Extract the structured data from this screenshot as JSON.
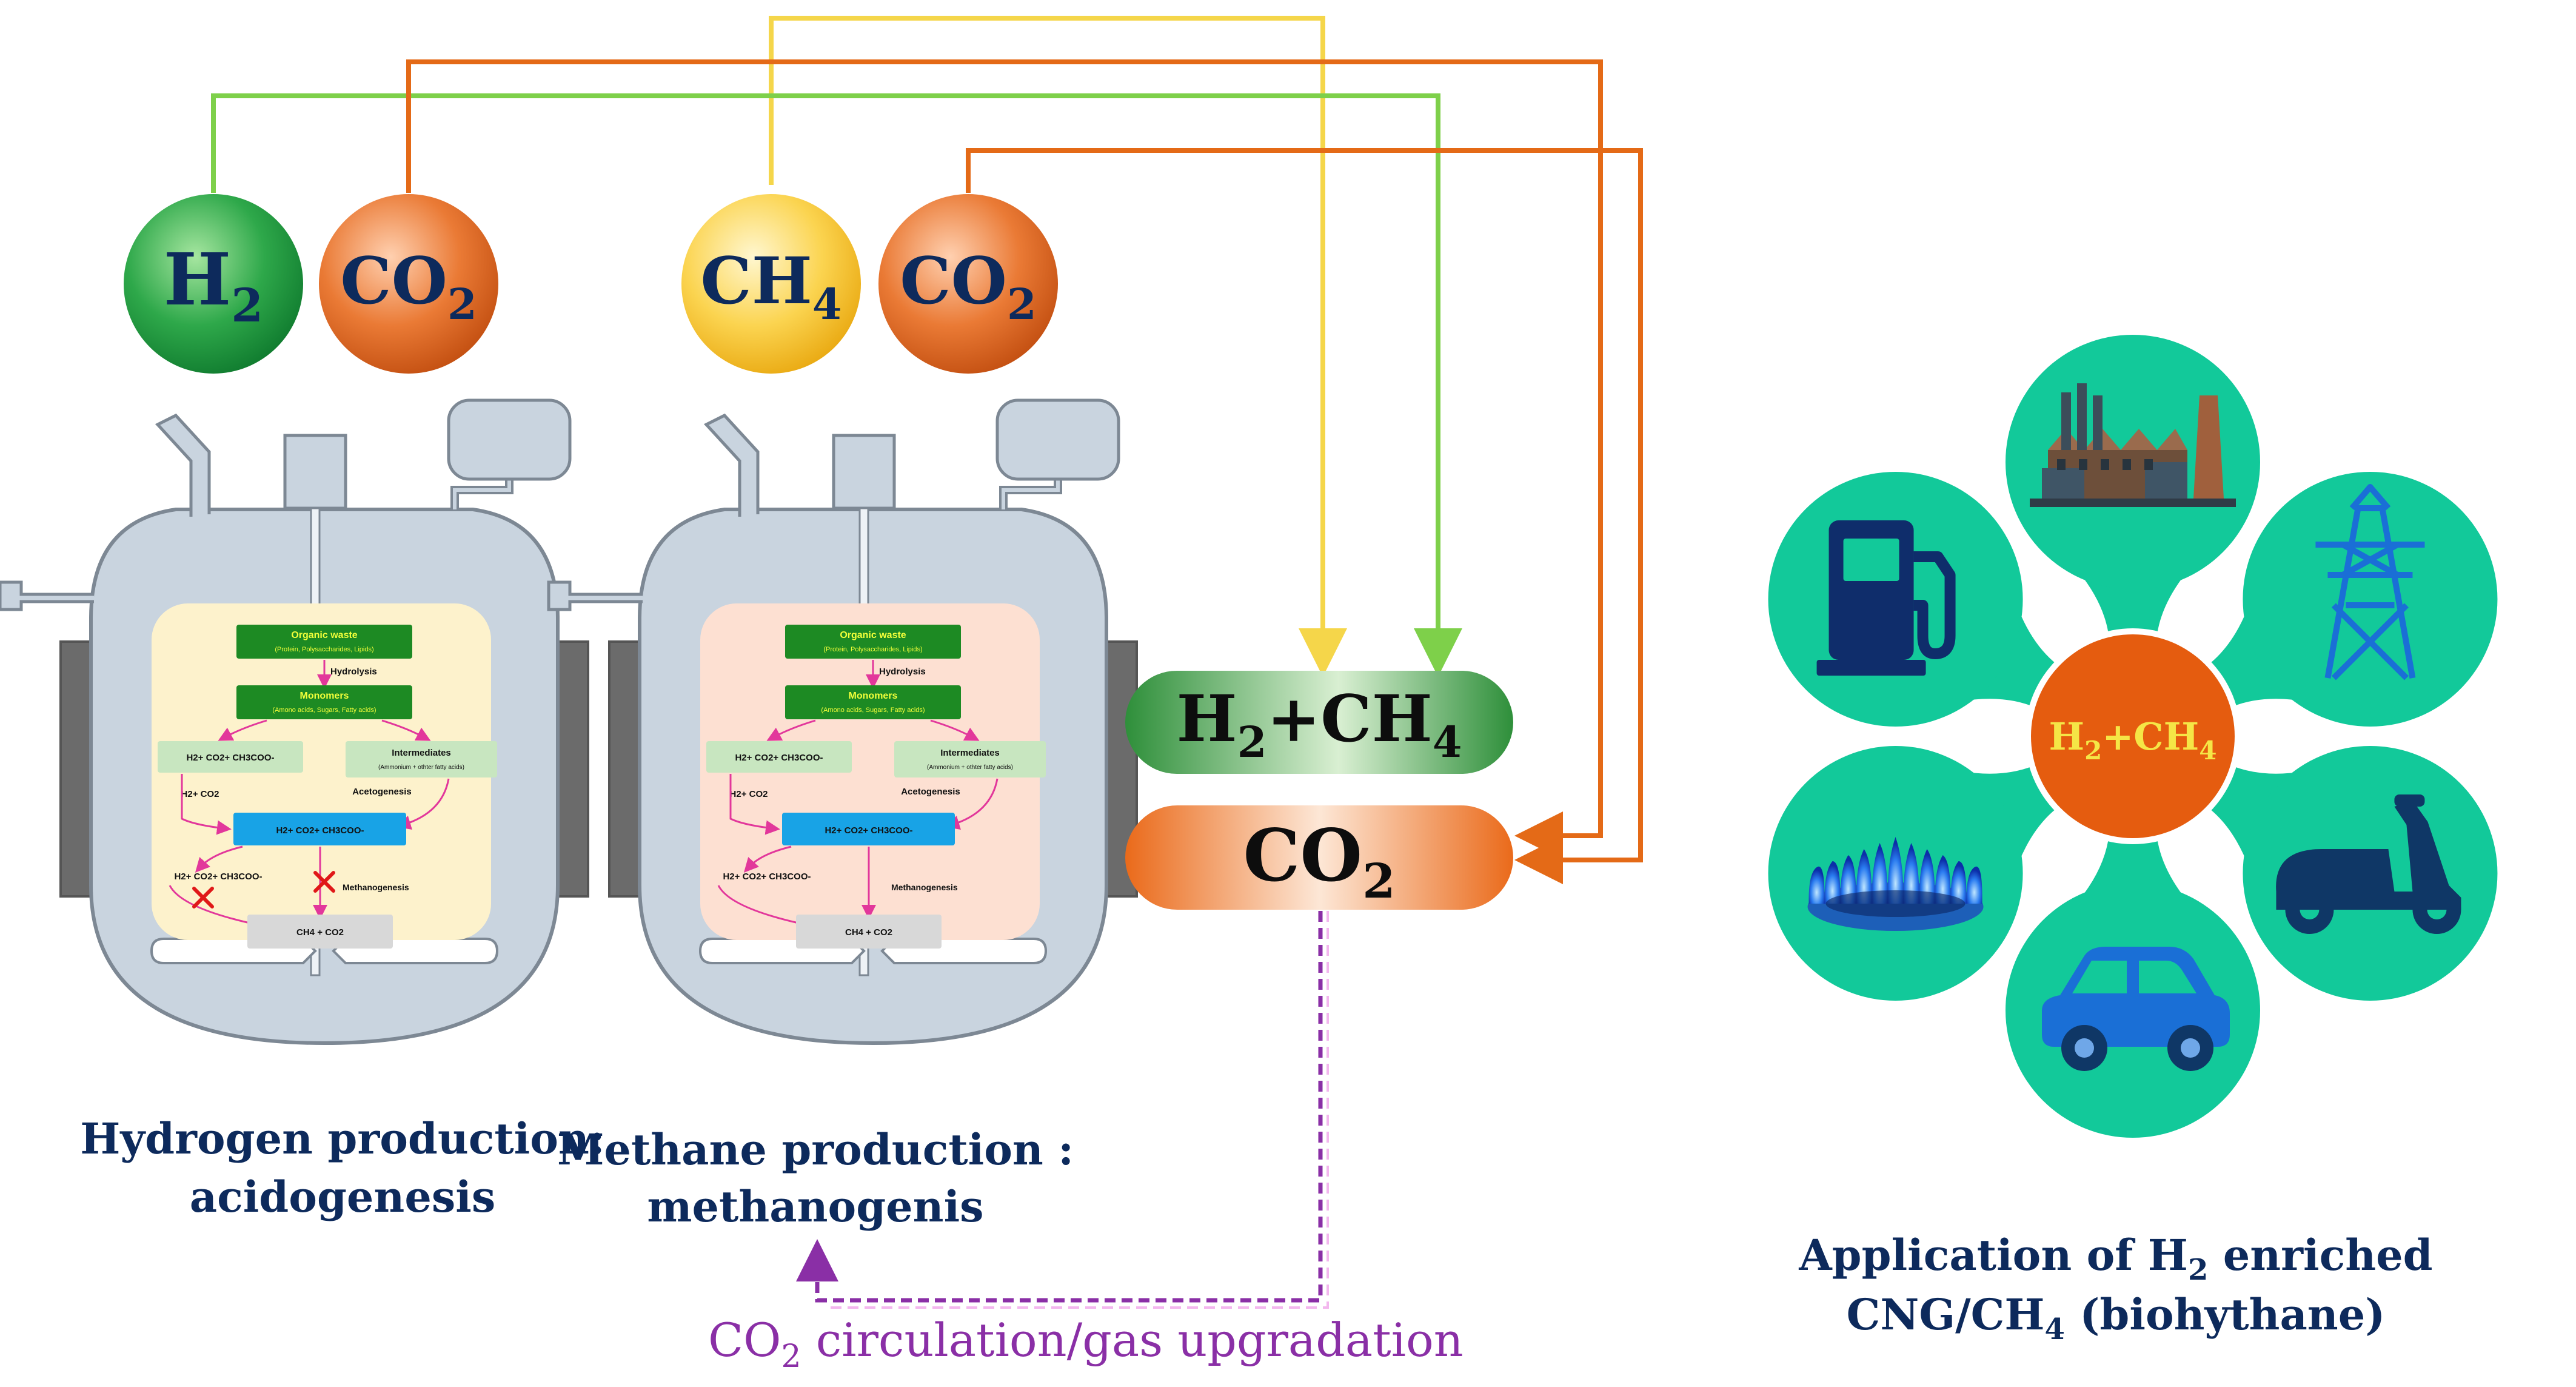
{
  "colors": {
    "green": "#1e9a3e",
    "green_line": "#7ed04a",
    "orange": "#e0601a",
    "orange_line": "#e46a17",
    "yellow": "#f9c82e",
    "yellow_line": "#f5d64a",
    "navy": "#0d2a5c",
    "teal": "#12c99a",
    "purple": "#8a2fa6",
    "reactor": "#c9d4df",
    "reactor_edge": "#7d8894",
    "panel_yellow": "#fdf2cc",
    "panel_peach": "#fde0d2",
    "step_green": "#1d8a23",
    "step_light": "#c8e6c0",
    "step_blue": "#18a3e6",
    "step_grey": "#d8d8d8",
    "arrow_pink": "#e2379b",
    "cross_red": "#e01818"
  },
  "gases": {
    "h2": {
      "main": "H",
      "sub": "2"
    },
    "co2": {
      "main": "CO",
      "sub": "2"
    },
    "ch4": {
      "main": "CH",
      "sub": "4"
    }
  },
  "mix_bar": {
    "a": "H",
    "a_sub": "2",
    "plus": "+CH",
    "b_sub": "4"
  },
  "co2_bar": {
    "main": "CO",
    "sub": "2"
  },
  "reactor_steps": {
    "organic_waste": "Organic waste",
    "organic_detail": "(Protein, Polysaccharides, Lipids)",
    "hydrolysis": "Hydrolysis",
    "monomers": "Monomers",
    "monomers_detail": "(Amono acids, Sugars, Fatty acids)",
    "products": "H2+ CO2+ CH3COO-",
    "intermediates": "Intermediates",
    "intermediates_detail": "(Ammonium + othter fatty acids)",
    "acetogenesis": "Acetogenesis",
    "h2_co2": "H2+ CO2",
    "center_products": "H2+ CO2+ CH3COO-",
    "left_products": "H2+ CO2+ CH3COO-",
    "methanogenesis": "Methanogenesis",
    "final": "CH4 + CO2"
  },
  "captions": {
    "hydrogen_1": "Hydrogen production:",
    "hydrogen_2": "acidogenesis",
    "methane_1": "Methane production :",
    "methane_2": "methanogenis",
    "circulation_a": "CO",
    "circulation_sub": "2",
    "circulation_b": " circulation/gas upgradation",
    "application_1a": "Application of H",
    "application_1sub": "2",
    "application_1b": " enriched",
    "application_2": "CNG/CH",
    "application_2sub": "4",
    "application_2b": " (biohythane)"
  },
  "hub": {
    "a": "H",
    "a_sub": "2",
    "plus": "+CH",
    "b_sub": "4"
  },
  "applications": [
    "factory-icon",
    "fuel-pump-icon",
    "power-tower-icon",
    "gas-flame-icon",
    "scooter-icon",
    "car-icon"
  ]
}
